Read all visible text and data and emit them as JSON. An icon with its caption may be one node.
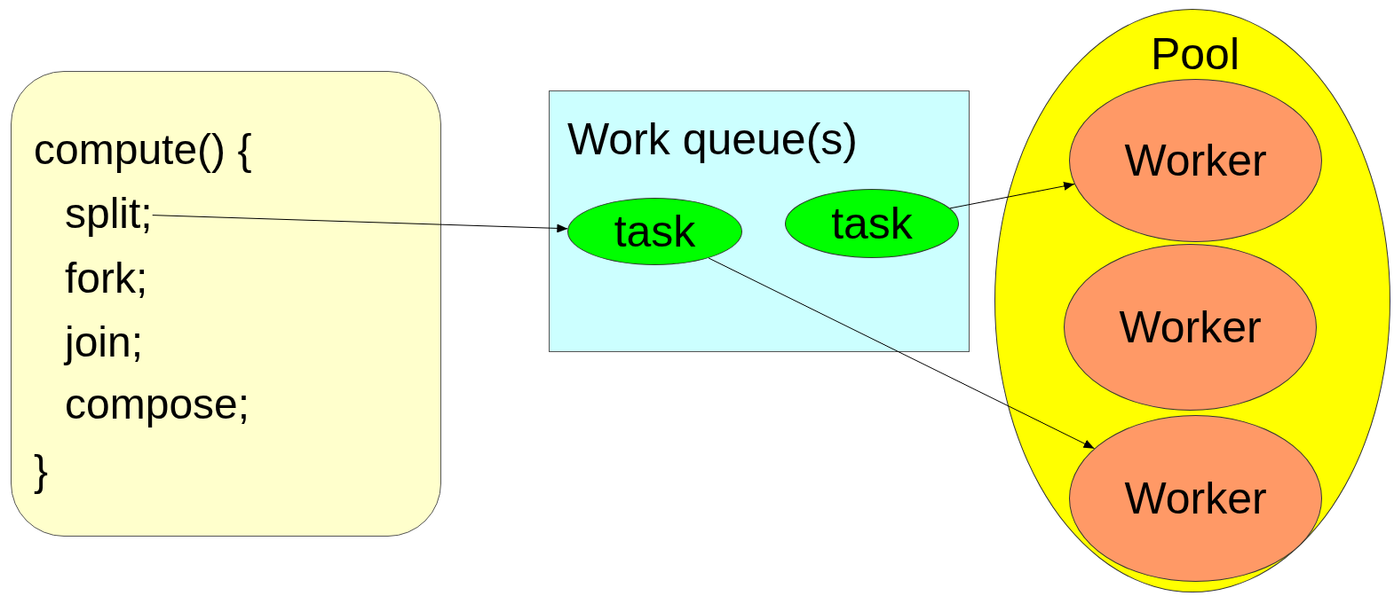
{
  "diagram": {
    "nodes": [
      {
        "text": [],
        "shape": "box"
      },
      {
        "text": [
          "compute() {"
        ],
        "in": 0
      },
      {
        "text": [
          "split;"
        ],
        "in": 0
      },
      {
        "text": [
          "fork;"
        ],
        "in": 0
      },
      {
        "text": [
          "join;"
        ],
        "in": 0
      },
      {
        "text": [
          "compose;"
        ],
        "in": 0
      },
      {
        "text": [
          "}"
        ],
        "in": 0
      },
      {
        "text": [
          "Work queue(s)"
        ]
      },
      {
        "text": [
          "task"
        ],
        "in": 7
      },
      {
        "text": [
          "task"
        ],
        "in": 7
      },
      {
        "text": [
          "Pool"
        ]
      },
      {
        "text": [
          "Worker"
        ],
        "in": 10
      },
      {
        "text": [
          "Worker"
        ],
        "in": 10
      },
      {
        "text": [
          "Worker"
        ],
        "in": 10
      }
    ],
    "edges": [
      {
        "from": 2,
        "to": 8,
        "arrow": "to"
      },
      {
        "from": 9,
        "to": 11,
        "arrow": "to"
      },
      {
        "from": 8,
        "to": 13,
        "arrow": "to"
      }
    ]
  }
}
